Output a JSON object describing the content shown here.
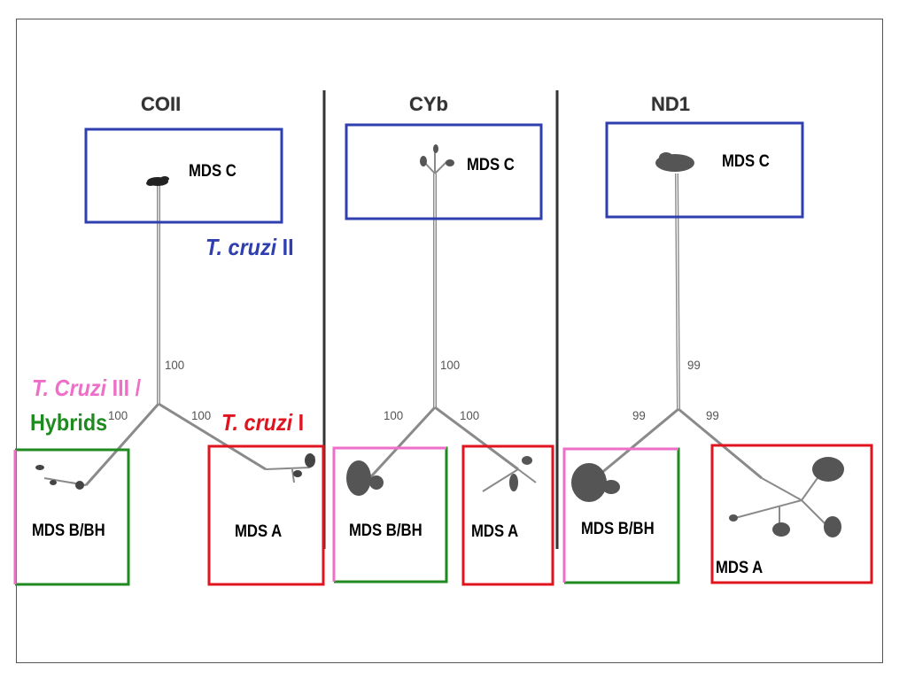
{
  "panels": [
    {
      "gene": "COII",
      "bootstrap": [
        "100",
        "100",
        "100"
      ]
    },
    {
      "gene": "CYb",
      "bootstrap": [
        "100",
        "100",
        "100"
      ]
    },
    {
      "gene": "ND1",
      "bootstrap": [
        "99",
        "99",
        "99"
      ]
    }
  ],
  "clusters": {
    "mds_c": "MDS C",
    "mds_a": "MDS A",
    "mds_bbh": "MDS B/BH"
  },
  "groups": {
    "tc2_italic": "T.  cruzi",
    "tc2_suffix": " II",
    "tc1_italic": "T. cruzi",
    "tc1_suffix": " I",
    "tc3_italic": "T. Cruzi",
    "tc3_suffix": " III /",
    "hybrids": "Hybrids"
  },
  "colors": {
    "tc2": "#2f3fb0",
    "tc1": "#e0141e",
    "tc3": "#ee6ec8",
    "hybrids": "#1f8a1f"
  }
}
